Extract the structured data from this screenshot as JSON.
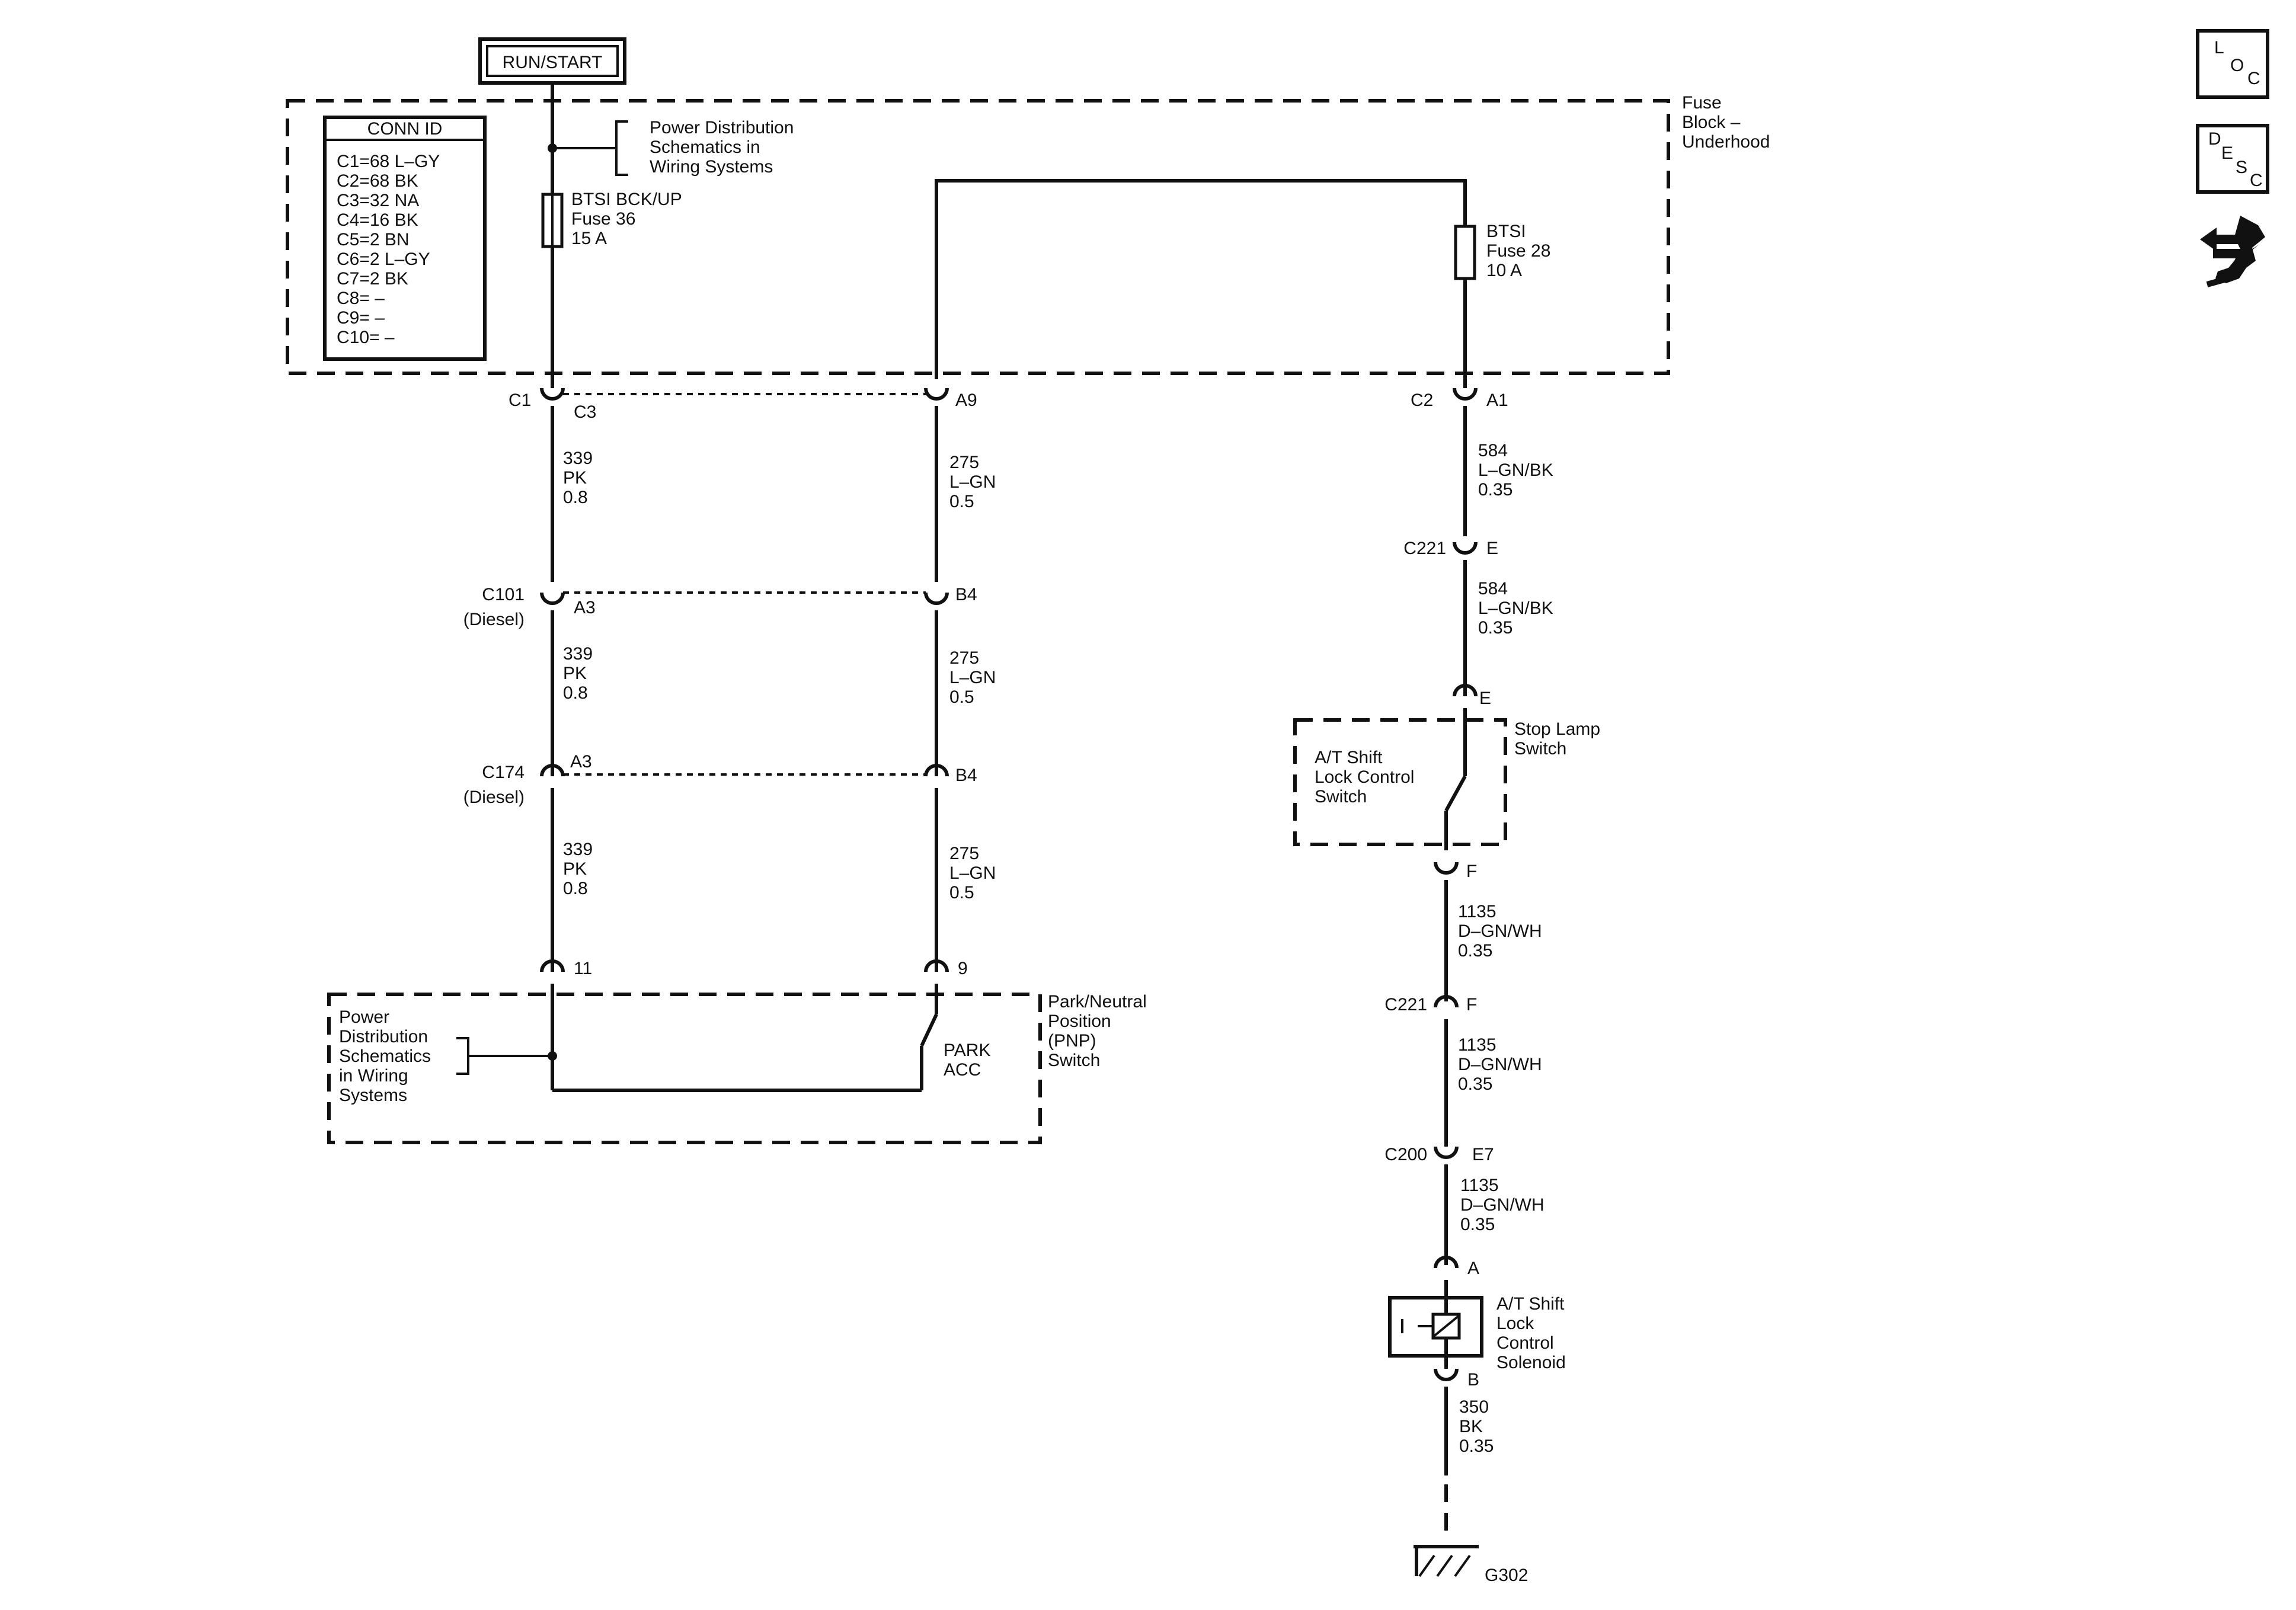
{
  "run_start": "RUN/START",
  "conn_id": {
    "title": "CONN ID",
    "items": [
      "C1=68 L–GY",
      "C2=68 BK",
      "C3=32 NA",
      "C4=16 BK",
      "C5=2 BN",
      "C6=2 L–GY",
      "C7=2 BK",
      "C8= –",
      "C9= –",
      "C10= –"
    ]
  },
  "power_dist_top": [
    "Power Distribution",
    "Schematics in",
    "Wiring Systems"
  ],
  "fuse_block": [
    "Fuse",
    "Block –",
    "Underhood"
  ],
  "fuse36": [
    "BTSI BCK/UP",
    "Fuse 36",
    "15 A"
  ],
  "fuse28": [
    "BTSI",
    "Fuse 28",
    "10 A"
  ],
  "pins": {
    "c1": "C1",
    "c3": "C3",
    "a9": "A9",
    "c2": "C2",
    "a1": "A1",
    "c101": "C101",
    "diesel1": "(Diesel)",
    "a3_1": "A3",
    "b4_1": "B4",
    "c174": "C174",
    "diesel2": "(Diesel)",
    "a3_2": "A3",
    "b4_2": "B4",
    "p11": "11",
    "p9": "9",
    "c221_1": "C221",
    "e1": "E",
    "e2": "E",
    "f1": "F",
    "c221_2": "C221",
    "f2": "F",
    "c200": "C200",
    "e7": "E7",
    "a": "A",
    "b": "B",
    "g302": "G302"
  },
  "wires": {
    "w339a": [
      "339",
      "PK",
      "0.8"
    ],
    "w339b": [
      "339",
      "PK",
      "0.8"
    ],
    "w339c": [
      "339",
      "PK",
      "0.8"
    ],
    "w275a": [
      "275",
      "L–GN",
      "0.5"
    ],
    "w275b": [
      "275",
      "L–GN",
      "0.5"
    ],
    "w275c": [
      "275",
      "L–GN",
      "0.5"
    ],
    "w584a": [
      "584",
      "L–GN/BK",
      "0.35"
    ],
    "w584b": [
      "584",
      "L–GN/BK",
      "0.35"
    ],
    "w1135a": [
      "1135",
      "D–GN/WH",
      "0.35"
    ],
    "w1135b": [
      "1135",
      "D–GN/WH",
      "0.35"
    ],
    "w1135c": [
      "1135",
      "D–GN/WH",
      "0.35"
    ],
    "w350": [
      "350",
      "BK",
      "0.35"
    ]
  },
  "power_dist_bottom": [
    "Power",
    "Distribution",
    "Schematics",
    "in Wiring",
    "Systems"
  ],
  "park_acc": [
    "PARK",
    "ACC"
  ],
  "pnp_switch": [
    "Park/Neutral",
    "Position",
    "(PNP)",
    "Switch"
  ],
  "stop_lamp": [
    "Stop Lamp",
    "Switch"
  ],
  "shift_lock_switch": [
    "A/T Shift",
    "Lock Control",
    "Switch"
  ],
  "solenoid": [
    "A/T Shift",
    "Lock",
    "Control",
    "Solenoid"
  ],
  "side_icons": {
    "loc": [
      "L",
      "O",
      "C"
    ],
    "desc": [
      "D",
      "E",
      "S",
      "C"
    ],
    "loc_icon": "loc-icon",
    "desc_icon": "desc-icon",
    "wrench_icon": "wrench-arrows-icon"
  }
}
